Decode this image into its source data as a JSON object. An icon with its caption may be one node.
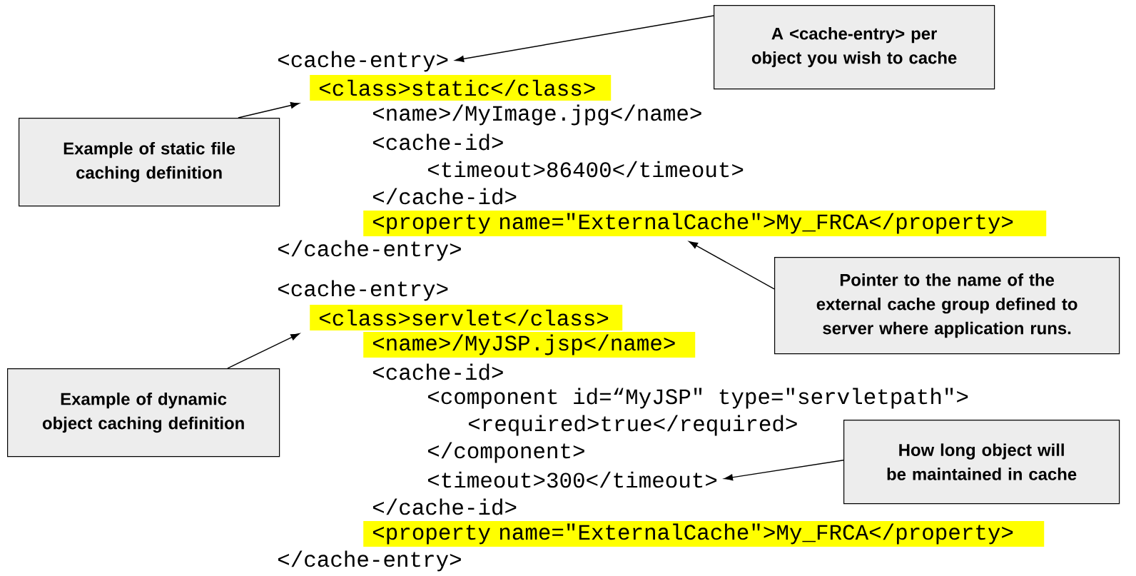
{
  "diagram": {
    "nodes": [
      {
        "text": [
          "A <cache-entry> per object you wish to cache"
        ]
      },
      {
        "text": [
          "<cache-entry>"
        ]
      },
      {
        "text": [
          "<class>static</class>"
        ]
      },
      {
        "text": [
          "Example of static file caching definition"
        ]
      },
      {
        "text": [
          "<property name=\"ExternalCache\">My_FRCA</property>"
        ]
      },
      {
        "text": [
          "Pointer to the name of the external cache group defined to server where application runs."
        ]
      },
      {
        "text": [
          "<class>servlet</class>"
        ]
      },
      {
        "text": [
          "<name>/MyJSP.jsp</name>"
        ]
      },
      {
        "text": [
          "Example of dynamic object caching definition"
        ]
      },
      {
        "text": [
          "<timeout>300</timeout>"
        ]
      },
      {
        "text": [
          "How long object will be maintained in cache"
        ]
      },
      {
        "text": [
          "<property name=\"ExternalCache\">My_FRCA</property>"
        ]
      }
    ],
    "edges": [
      {
        "from": 0,
        "to": 1,
        "arrow": "to"
      },
      {
        "from": 3,
        "to": 2,
        "arrow": "to"
      },
      {
        "from": 5,
        "to": 4,
        "arrow": "to"
      },
      {
        "from": 8,
        "to": 6,
        "arrow": "to"
      },
      {
        "from": 10,
        "to": 9,
        "arrow": "to"
      }
    ],
    "labels": [
      "<name>/MyImage.jpg</name>",
      "<cache-id>",
      "<timeout>86400</timeout>",
      "</cache-id>",
      "</cache-entry>",
      "<cache-entry>",
      "<cache-id>",
      "<component id=“MyJSP\" type=\"servletpath\">",
      "<required>true</required>",
      "</component>",
      "</cache-id>",
      "</cache-entry>"
    ]
  }
}
